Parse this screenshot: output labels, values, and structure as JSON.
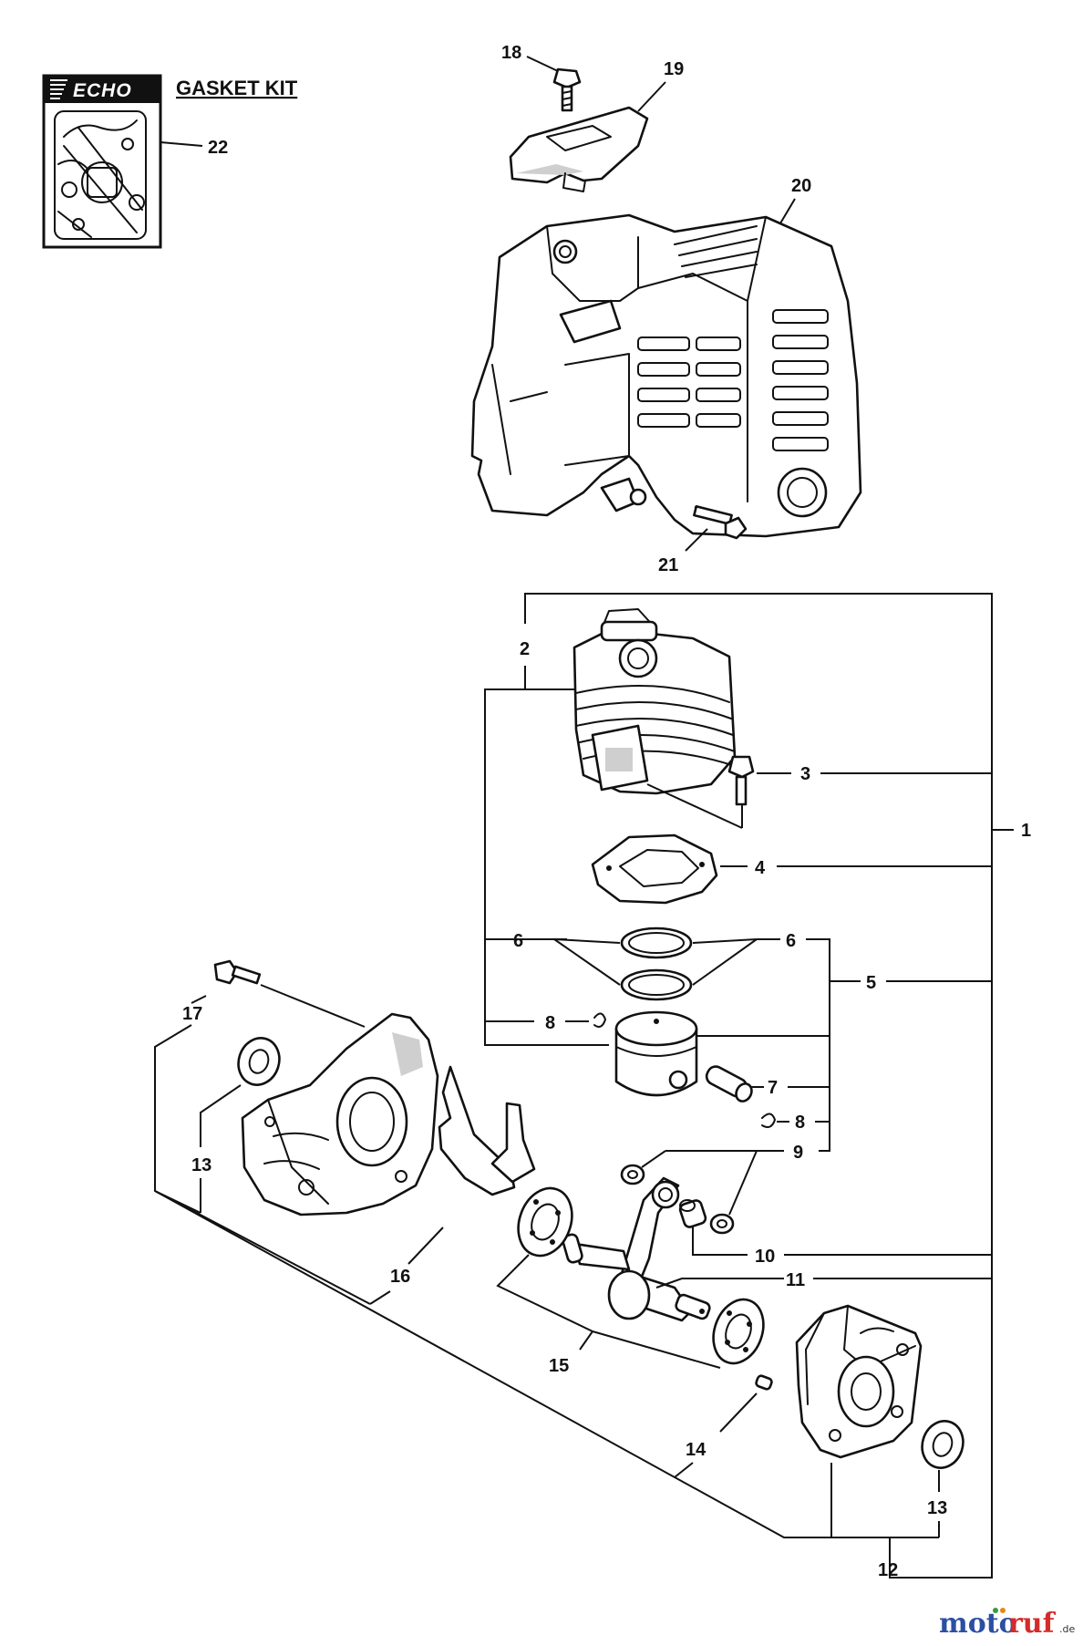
{
  "kit": {
    "brand": "ECHO",
    "title": "GASKET KIT"
  },
  "callouts": {
    "c1": "1",
    "c2": "2",
    "c3": "3",
    "c4": "4",
    "c5": "5",
    "c6a": "6",
    "c6b": "6",
    "c7": "7",
    "c8a": "8",
    "c8b": "8",
    "c9": "9",
    "c10": "10",
    "c11": "11",
    "c12": "12",
    "c13a": "13",
    "c13b": "13",
    "c14": "14",
    "c15": "15",
    "c16": "16",
    "c17": "17",
    "c18": "18",
    "c19": "19",
    "c20": "20",
    "c21": "21",
    "c22": "22"
  },
  "watermark": {
    "part1": "moto",
    "part2": "ruf",
    "suffix": ".de"
  },
  "colors": {
    "line": "#111111",
    "shade": "#cfcfcf",
    "watermark_blue": "#2b4fa3",
    "watermark_red": "#d42b2b",
    "watermark_green": "#3a9a3a",
    "watermark_orange": "#e28a1a"
  }
}
